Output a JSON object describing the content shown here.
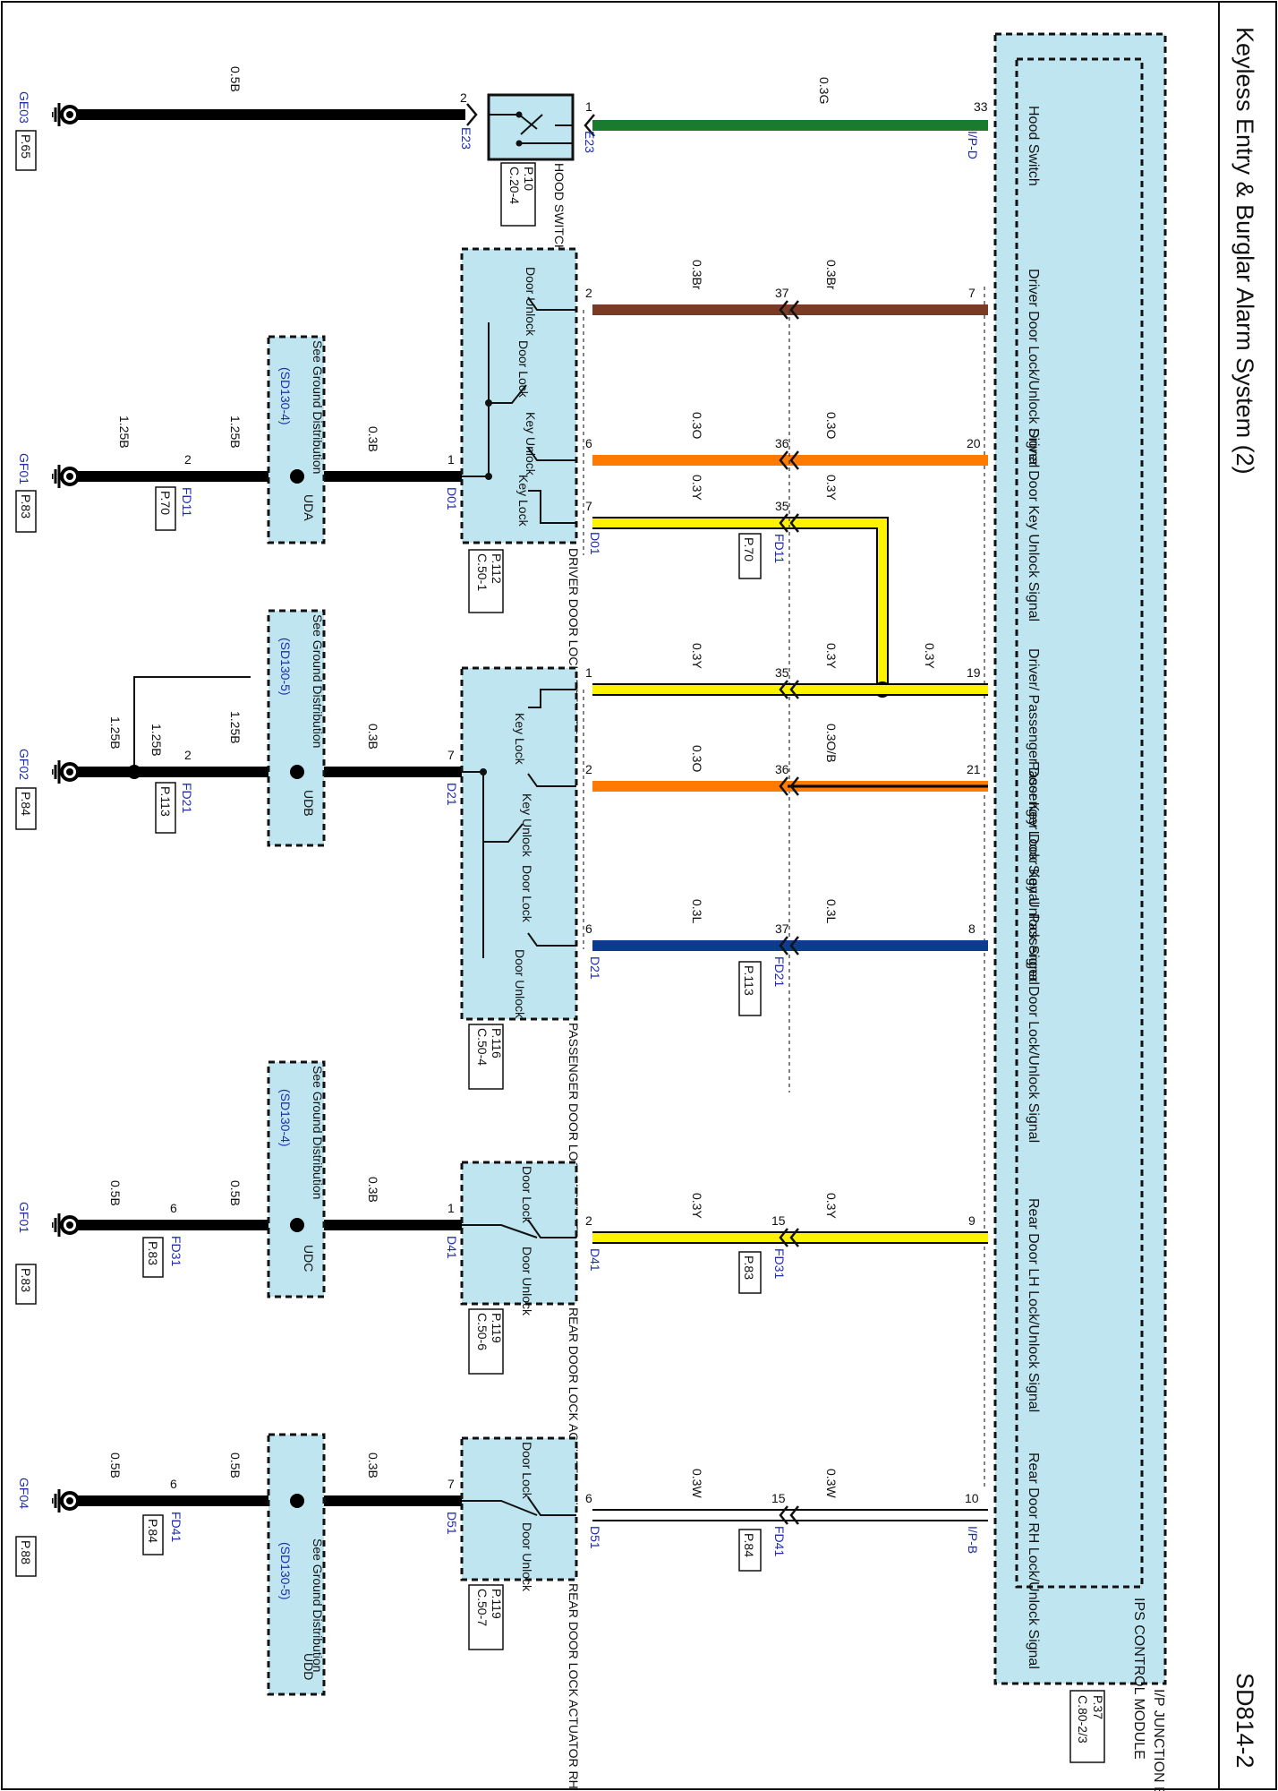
{
  "title": "Keyless Entry & Burglar Alarm System (2)",
  "page_code": "SD814-2",
  "colors": {
    "B": "#000000",
    "G": "#1a7a2e",
    "Br": "#7a3b24",
    "O": "#ff7a00",
    "Y": "#fff200",
    "L": "#0b3c8e",
    "W": "#ffffff",
    "box": "#bfe6f0"
  },
  "junction_box": {
    "name": "I/P JUNCTION BOX",
    "ref_page": "P.37",
    "ref_conn": "C.80-2/3"
  },
  "ips_module": {
    "name": "IPS CONTROL MODULE"
  },
  "hood": {
    "name": "HOOD SWITCH",
    "ref_page": "P.10",
    "ref_conn": "C.20-4",
    "signal": "Hood Switch",
    "pin_module": "33",
    "conn_module": "I/P-D",
    "pin_in": "1",
    "conn_in": "E23",
    "wire_in": "0.3G",
    "pin_out": "2",
    "conn_out": "E23",
    "wire_out": "0.5B",
    "ground": "GE03",
    "ground_page": "P.65"
  },
  "driver": {
    "name": "DRIVER DOOR LOCK ACTUATOR",
    "ref_page": "P.112",
    "ref_conn": "C.50-1",
    "connector": "D01",
    "inline": "FD11",
    "inline_page": "P.70",
    "sig1": "Driver Door Lock/Unlock Signal",
    "sig1_pin": "7",
    "sig1_in": "37",
    "sig1_act": "2",
    "sig1_wire": "0.3Br",
    "sig2": "Driver Door Key Unlock Signal",
    "sig2_pin": "20",
    "sig2_in": "36",
    "sig2_act": "6",
    "sig2_wire": "0.3O",
    "sig3_in": "35",
    "sig3_act": "7",
    "sig3_wire": "0.3Y",
    "door_unlock": "Door Unlock",
    "door_lock": "Door Lock",
    "key_unlock": "Key Unlock",
    "key_lock": "Key Lock",
    "gnd_pin": "1",
    "gnd_wire": "0.3B",
    "gnd_dist": "See Ground Distribution",
    "gnd_dist_ref": "(SD130-4)",
    "gnd_splice": "UDA",
    "fd_pin": "2",
    "fd_wire": "1.25B",
    "gnd_wire2": "1.25B",
    "ground": "GF01",
    "ground_page": "P.83"
  },
  "passenger": {
    "name": "PASSENGER DOOR LOCK ACTUATOR",
    "ref_page": "P.116",
    "ref_conn": "C.50-4",
    "connector": "D21",
    "inline": "FD21",
    "inline_page": "P.113",
    "sig_key": "Driver/ Passenger Door Key Lock Signal",
    "key_pin": "19",
    "key_wire_mod": "0.3Y",
    "key_in": "35",
    "key_wire_mid": "0.3Y",
    "key_act": "1",
    "key_wire_act": "0.3Y",
    "sig_unlock": "Passenger Door Key Unlock Signal",
    "unlock_pin": "21",
    "unlock_wire_mod": "0.3O/B",
    "unlock_in": "36",
    "unlock_act": "2",
    "unlock_wire_act": "0.3O",
    "sig_door": "Passenger Door Lock/Unlock Signal",
    "door_pin": "8",
    "door_wire": "0.3L",
    "door_in": "37",
    "door_act": "6",
    "key_lock": "Key Lock",
    "key_unlock": "Key Unlock",
    "door_lock": "Door Lock",
    "door_unlock": "Door Unlock",
    "gnd_pin": "7",
    "gnd_wire": "0.3B",
    "gnd_dist": "See Ground Distribution",
    "gnd_dist_ref": "(SD130-5)",
    "gnd_splice": "UDB",
    "fd_pin": "2",
    "fd_wire": "1.25B",
    "gnd_wire2": "1.25B",
    "gnd_wire3": "1.25B",
    "ground": "GF02",
    "ground_page": "P.84"
  },
  "rear_lh": {
    "name": "REAR DOOR LOCK ACTUATOR LH",
    "ref_page": "P.119",
    "ref_conn": "C.50-6",
    "connector": "D41",
    "inline": "FD31",
    "inline_page": "P.83",
    "signal": "Rear Door LH Lock/Unlock Signal",
    "pin": "9",
    "wire": "0.3Y",
    "in_pin": "15",
    "act_pin": "2",
    "door_lock": "Door Lock",
    "door_unlock": "Door Unlock",
    "gnd_pin": "1",
    "gnd_wire": "0.3B",
    "gnd_dist": "See Ground Distribution",
    "gnd_dist_ref": "(SD130-4)",
    "gnd_splice": "UDC",
    "fd_pin": "6",
    "fd_wire": "0.5B",
    "gnd_wire2": "0.5B",
    "ground": "GF01",
    "ground_page": "P.83"
  },
  "rear_rh": {
    "name": "REAR DOOR LOCK ACTUATOR RH",
    "ref_page": "P.119",
    "ref_conn": "C.50-7",
    "connector": "D51",
    "inline": "FD41",
    "inline_page": "P.84",
    "signal": "Rear Door RH Lock/Unlock Signal",
    "pin": "10",
    "conn_module": "I/P-B",
    "wire": "0.3W",
    "in_pin": "15",
    "act_pin": "6",
    "door_lock": "Door Lock",
    "door_unlock": "Door Unlock",
    "gnd_pin": "7",
    "gnd_wire": "0.3B",
    "gnd_dist": "See Ground Distribution",
    "gnd_dist_ref": "(SD130-5)",
    "gnd_splice": "UDD",
    "fd_pin": "6",
    "fd_wire": "0.5B",
    "gnd_wire2": "0.5B",
    "ground": "GF04",
    "ground_page": "P.88"
  }
}
